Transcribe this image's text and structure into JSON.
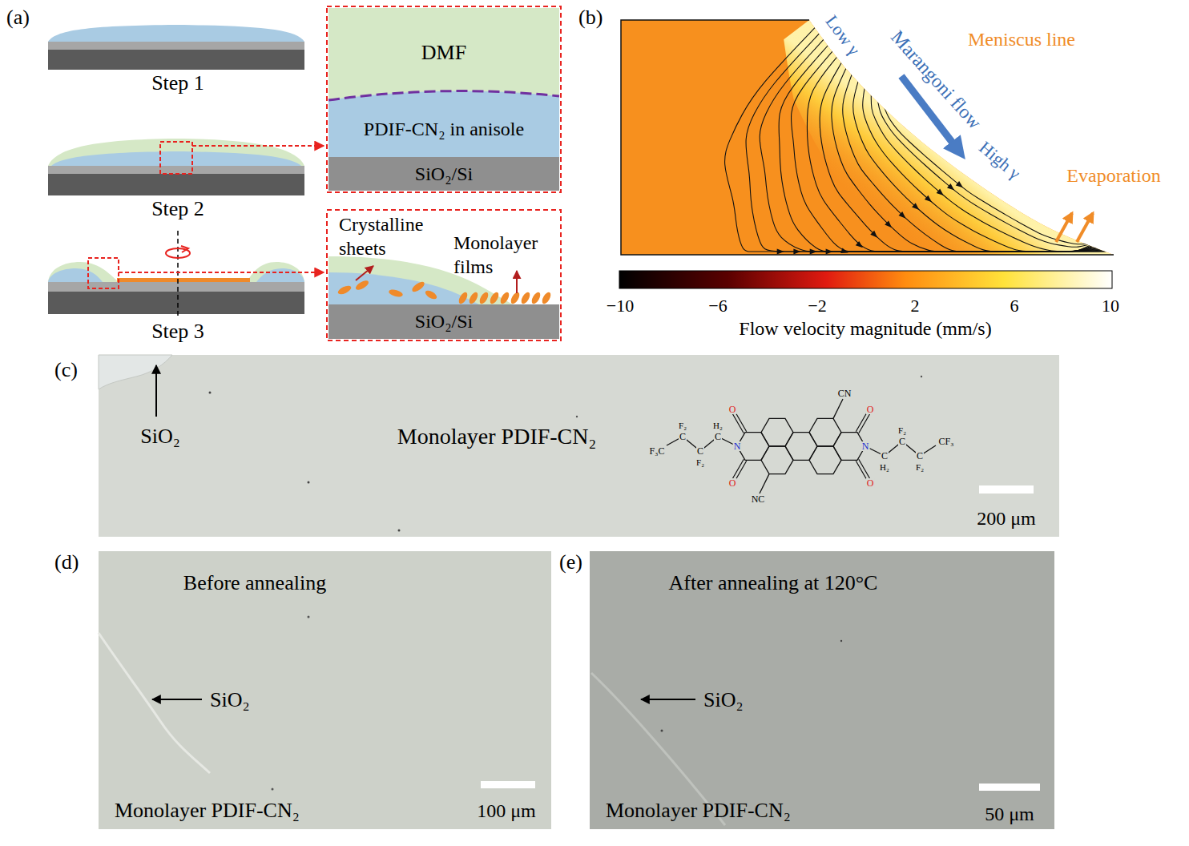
{
  "diagram": {
    "nodes": [
      {
        "text": [
          "DMF"
        ]
      },
      {
        "text": [
          "PDIF-CN₂ in anisole"
        ]
      },
      {
        "text": [
          "SiO₂/Si"
        ]
      },
      {
        "text": [
          "SiO₂/Si"
        ]
      }
    ],
    "labels": [
      "(a)",
      "Step 1",
      "Step 2",
      "Step 3",
      "Crystalline sheets",
      "Monolayer films",
      "(b)",
      "Low γ",
      "Marangoni flow",
      "High γ",
      "Meniscus line",
      "Evaporation",
      "−10",
      "−6",
      "−2",
      "2",
      "6",
      "10",
      "Flow velocity magnitude (mm/s)",
      "(c)",
      "SiO₂",
      "Monolayer PDIF-CN₂",
      "CN",
      "NC",
      "O",
      "O",
      "O",
      "O",
      "N",
      "N",
      "C",
      "H₂",
      "C",
      "F₂",
      "C",
      "F₂",
      "F₃C",
      "C",
      "H₂",
      "C",
      "F₂",
      "C",
      "F₂",
      "CF₃",
      "200 μm",
      "(d)",
      "Before annealing",
      "SiO₂",
      "Monolayer PDIF-CN₂",
      "100 μm",
      "(e)",
      "After annealing at 120°C",
      "SiO₂",
      "Monolayer PDIF-CN₂",
      "50 μm"
    ]
  }
}
